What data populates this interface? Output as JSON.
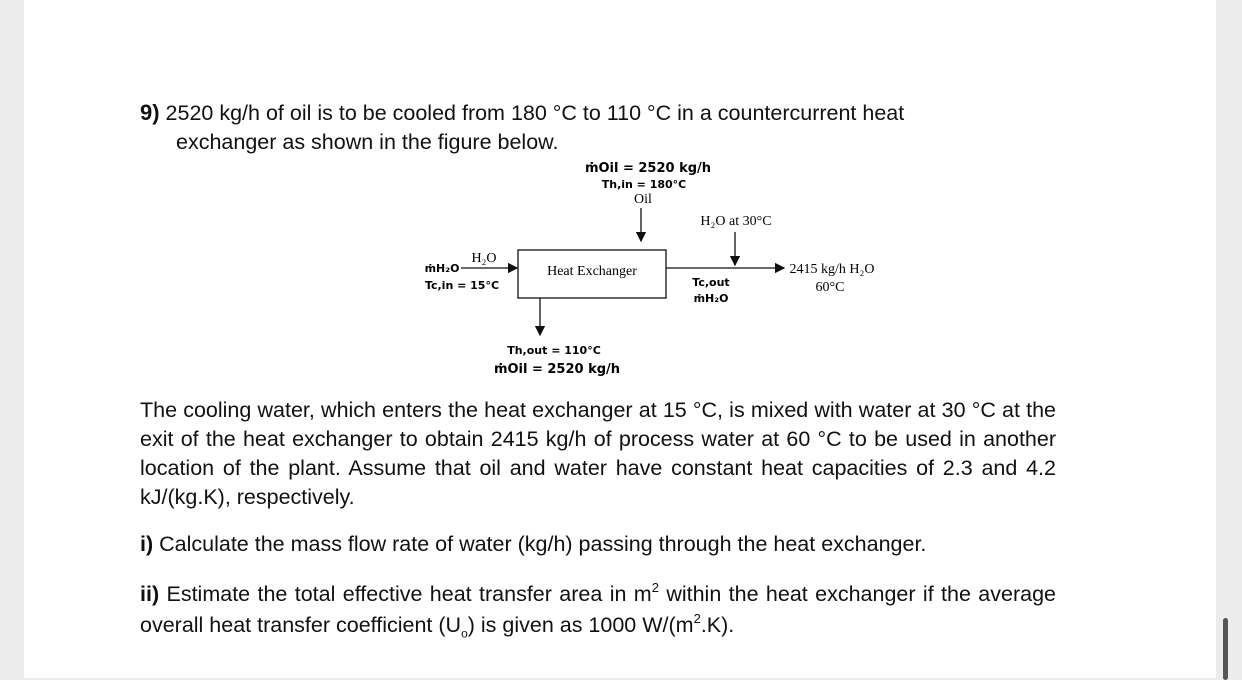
{
  "question": {
    "number": "9)",
    "line1": "2520 kg/h of oil is to be cooled from 180 °C to 110 °C in a countercurrent heat",
    "line2": "exchanger as shown in the figure below."
  },
  "diagram": {
    "oil_mass_in": "ṁOil = 2520 kg/h",
    "oil_temp_in": "Th,in = 180°C",
    "oil_label": "Oil",
    "water_top": "H₂O at 30°C",
    "water_left_label": "H₂O",
    "water_mass_left": "ṁH₂O",
    "water_temp_in": "Tc,in = 15°C",
    "exchanger_label": "Heat Exchanger",
    "water_temp_out": "Tc,out",
    "water_mass_out": "ṁH₂O",
    "product_flow": "2415 kg/h H₂O",
    "product_temp": "60°C",
    "oil_temp_out": "Th,out = 110°C",
    "oil_mass_out": "ṁOil = 2520 kg/h"
  },
  "paragraph": "The cooling water, which enters the heat exchanger at 15 °C, is mixed with water at 30 °C at the exit of the heat exchanger to obtain 2415 kg/h of process water at 60 °C to be used in another location of the plant. Assume that oil and water have constant heat capacities of 2.3 and 4.2 kJ/(kg.K), respectively.",
  "part_i": {
    "label": "i)",
    "text": "Calculate the mass flow rate of water (kg/h) passing through the heat exchanger."
  },
  "part_ii": {
    "label": "ii)",
    "text_before_sup": "Estimate the total effective heat transfer area in m",
    "sup1": "2",
    "text_after_sup": " within the heat exchanger if the average overall heat transfer coefficient (U",
    "sub": "o",
    "text_after_sub": ") is given as 1000 W/(m",
    "sup2": "2",
    "text_end": ".K)."
  }
}
